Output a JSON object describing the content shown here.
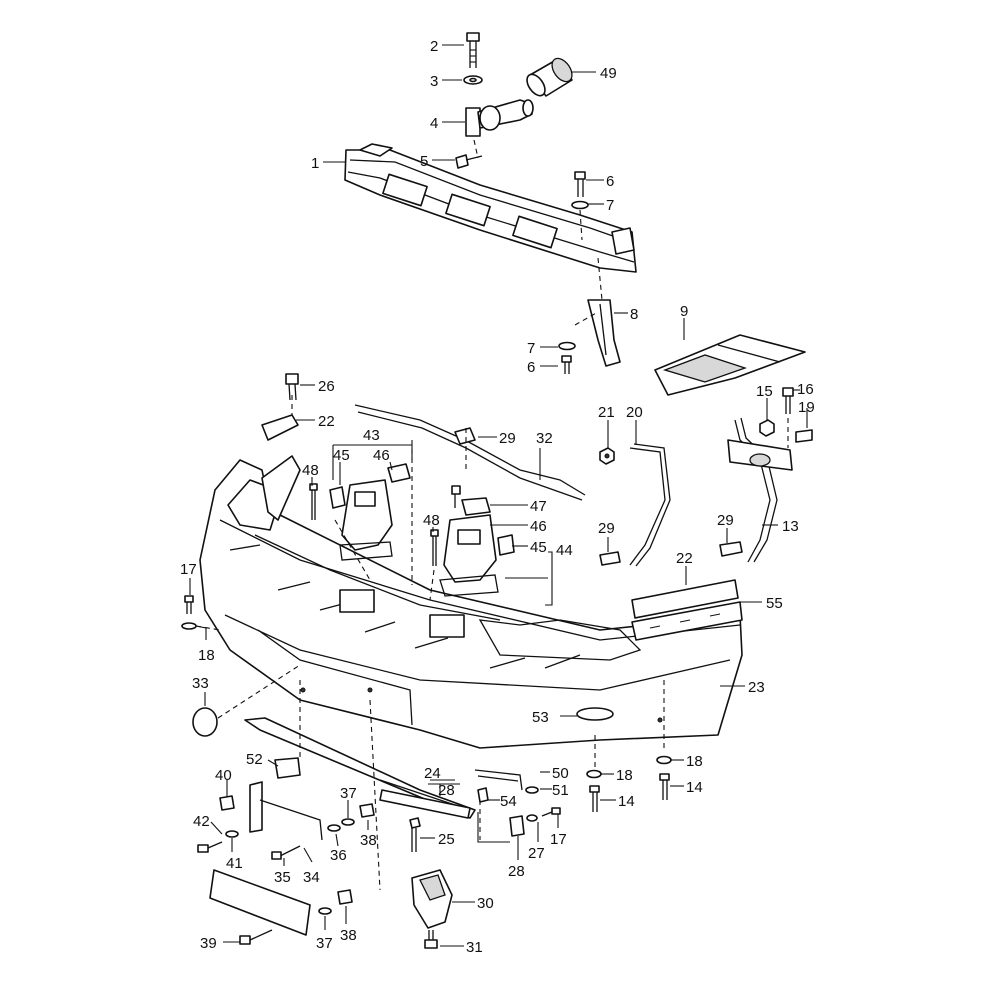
{
  "diagram": {
    "labels": [
      "1",
      "2",
      "3",
      "4",
      "5",
      "6",
      "7",
      "8",
      "9",
      "13",
      "14",
      "15",
      "16",
      "17",
      "18",
      "19",
      "20",
      "21",
      "22",
      "23",
      "24",
      "25",
      "26",
      "27",
      "28",
      "29",
      "30",
      "31",
      "32",
      "33",
      "34",
      "35",
      "36",
      "37",
      "38",
      "39",
      "40",
      "41",
      "42",
      "43",
      "44",
      "45",
      "46",
      "47",
      "48",
      "49",
      "50",
      "51",
      "52",
      "53",
      "54",
      "55"
    ]
  }
}
